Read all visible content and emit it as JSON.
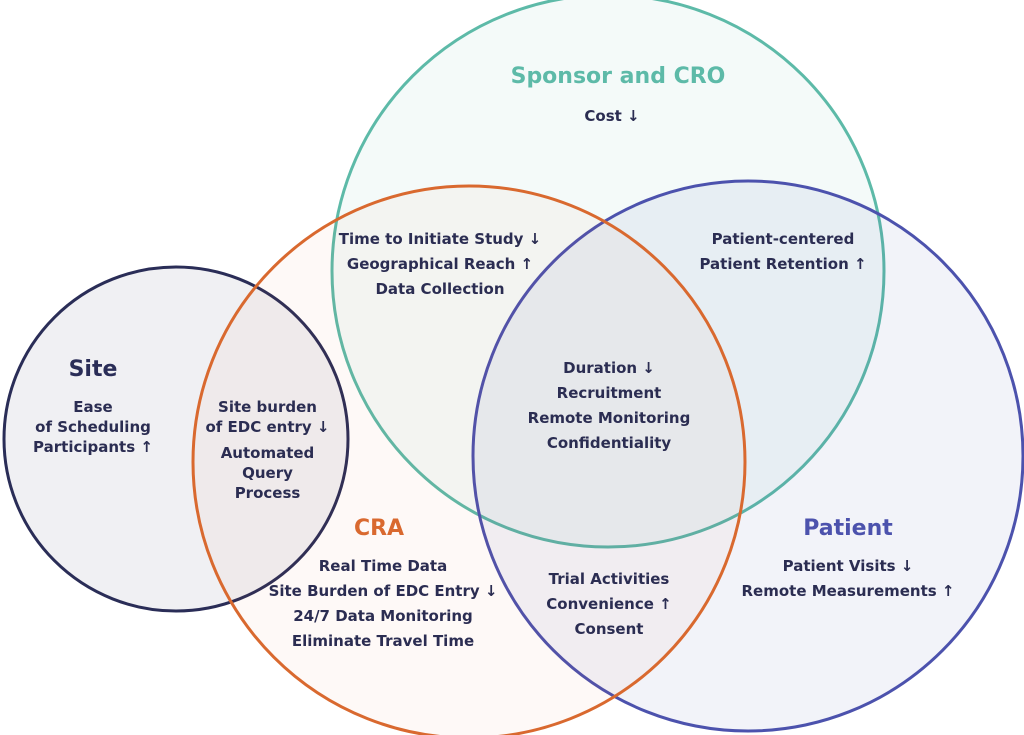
{
  "colors": {
    "sponsor": "#5dbaa8",
    "patient": "#4c52ad",
    "site": "#2a2d57",
    "cra": "#d9692f",
    "text": "#2b2d52"
  },
  "groups": {
    "sponsor": {
      "title": "Sponsor and CRO",
      "items": [
        "Cost ↓"
      ]
    },
    "site": {
      "title": "Site",
      "items": [
        "Ease",
        "of Scheduling",
        "Participants ↑"
      ]
    },
    "cra": {
      "title": "CRA",
      "items": [
        "Real Time Data",
        "Site Burden of EDC Entry ↓",
        "24/7 Data Monitoring",
        "Eliminate Travel Time"
      ]
    },
    "patient": {
      "title": "Patient",
      "items": [
        "Patient Visits ↓",
        "Remote Measurements ↑"
      ]
    }
  },
  "overlaps": {
    "sponsor_cra": [
      "Time to Initiate Study ↓",
      "Geographical Reach ↑",
      "Data Collection"
    ],
    "sponsor_patient": [
      "Patient-centered",
      "Patient Retention ↑"
    ],
    "site_cra": [
      "Site burden",
      "of EDC entry ↓",
      "Automated",
      "Query",
      "Process"
    ],
    "center": [
      "Duration ↓",
      "Recruitment",
      "Remote Monitoring",
      "Confidentiality"
    ],
    "cra_patient": [
      "Trial Activities",
      "Convenience ↑",
      "Consent"
    ]
  }
}
